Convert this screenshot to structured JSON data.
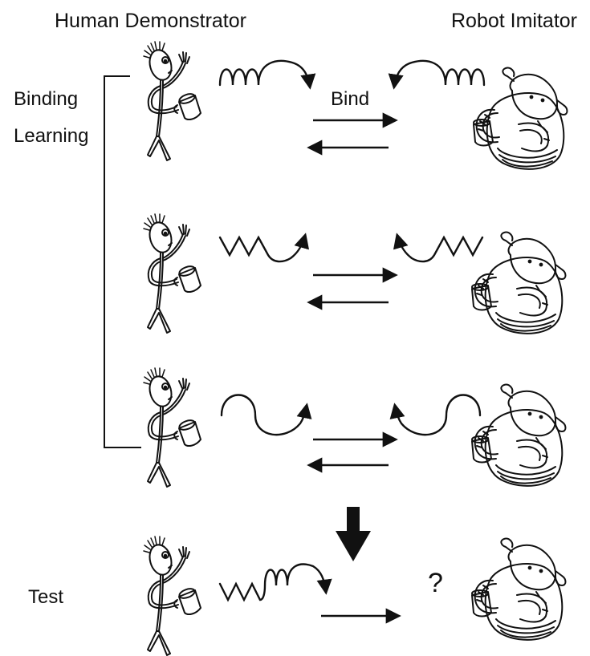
{
  "headers": {
    "human": "Human Demonstrator",
    "robot": "Robot Imitator"
  },
  "labels": {
    "binding": "Binding",
    "learning": "Learning",
    "bind": "Bind",
    "test": "Test",
    "question": "?"
  },
  "rows": [
    {
      "stage": "binding-learning",
      "human_signal": "loops",
      "robot_signal": "loops",
      "exchange": "bidirectional"
    },
    {
      "stage": "binding-learning",
      "human_signal": "zigzag",
      "robot_signal": "zigzag",
      "exchange": "bidirectional"
    },
    {
      "stage": "binding-learning",
      "human_signal": "wave",
      "robot_signal": "wave",
      "exchange": "bidirectional"
    },
    {
      "stage": "test",
      "human_signal": "zigzag+loops",
      "robot_signal": "unknown",
      "exchange": "human-to-robot"
    }
  ],
  "colors": {
    "ink": "#111111",
    "background": "#ffffff"
  }
}
